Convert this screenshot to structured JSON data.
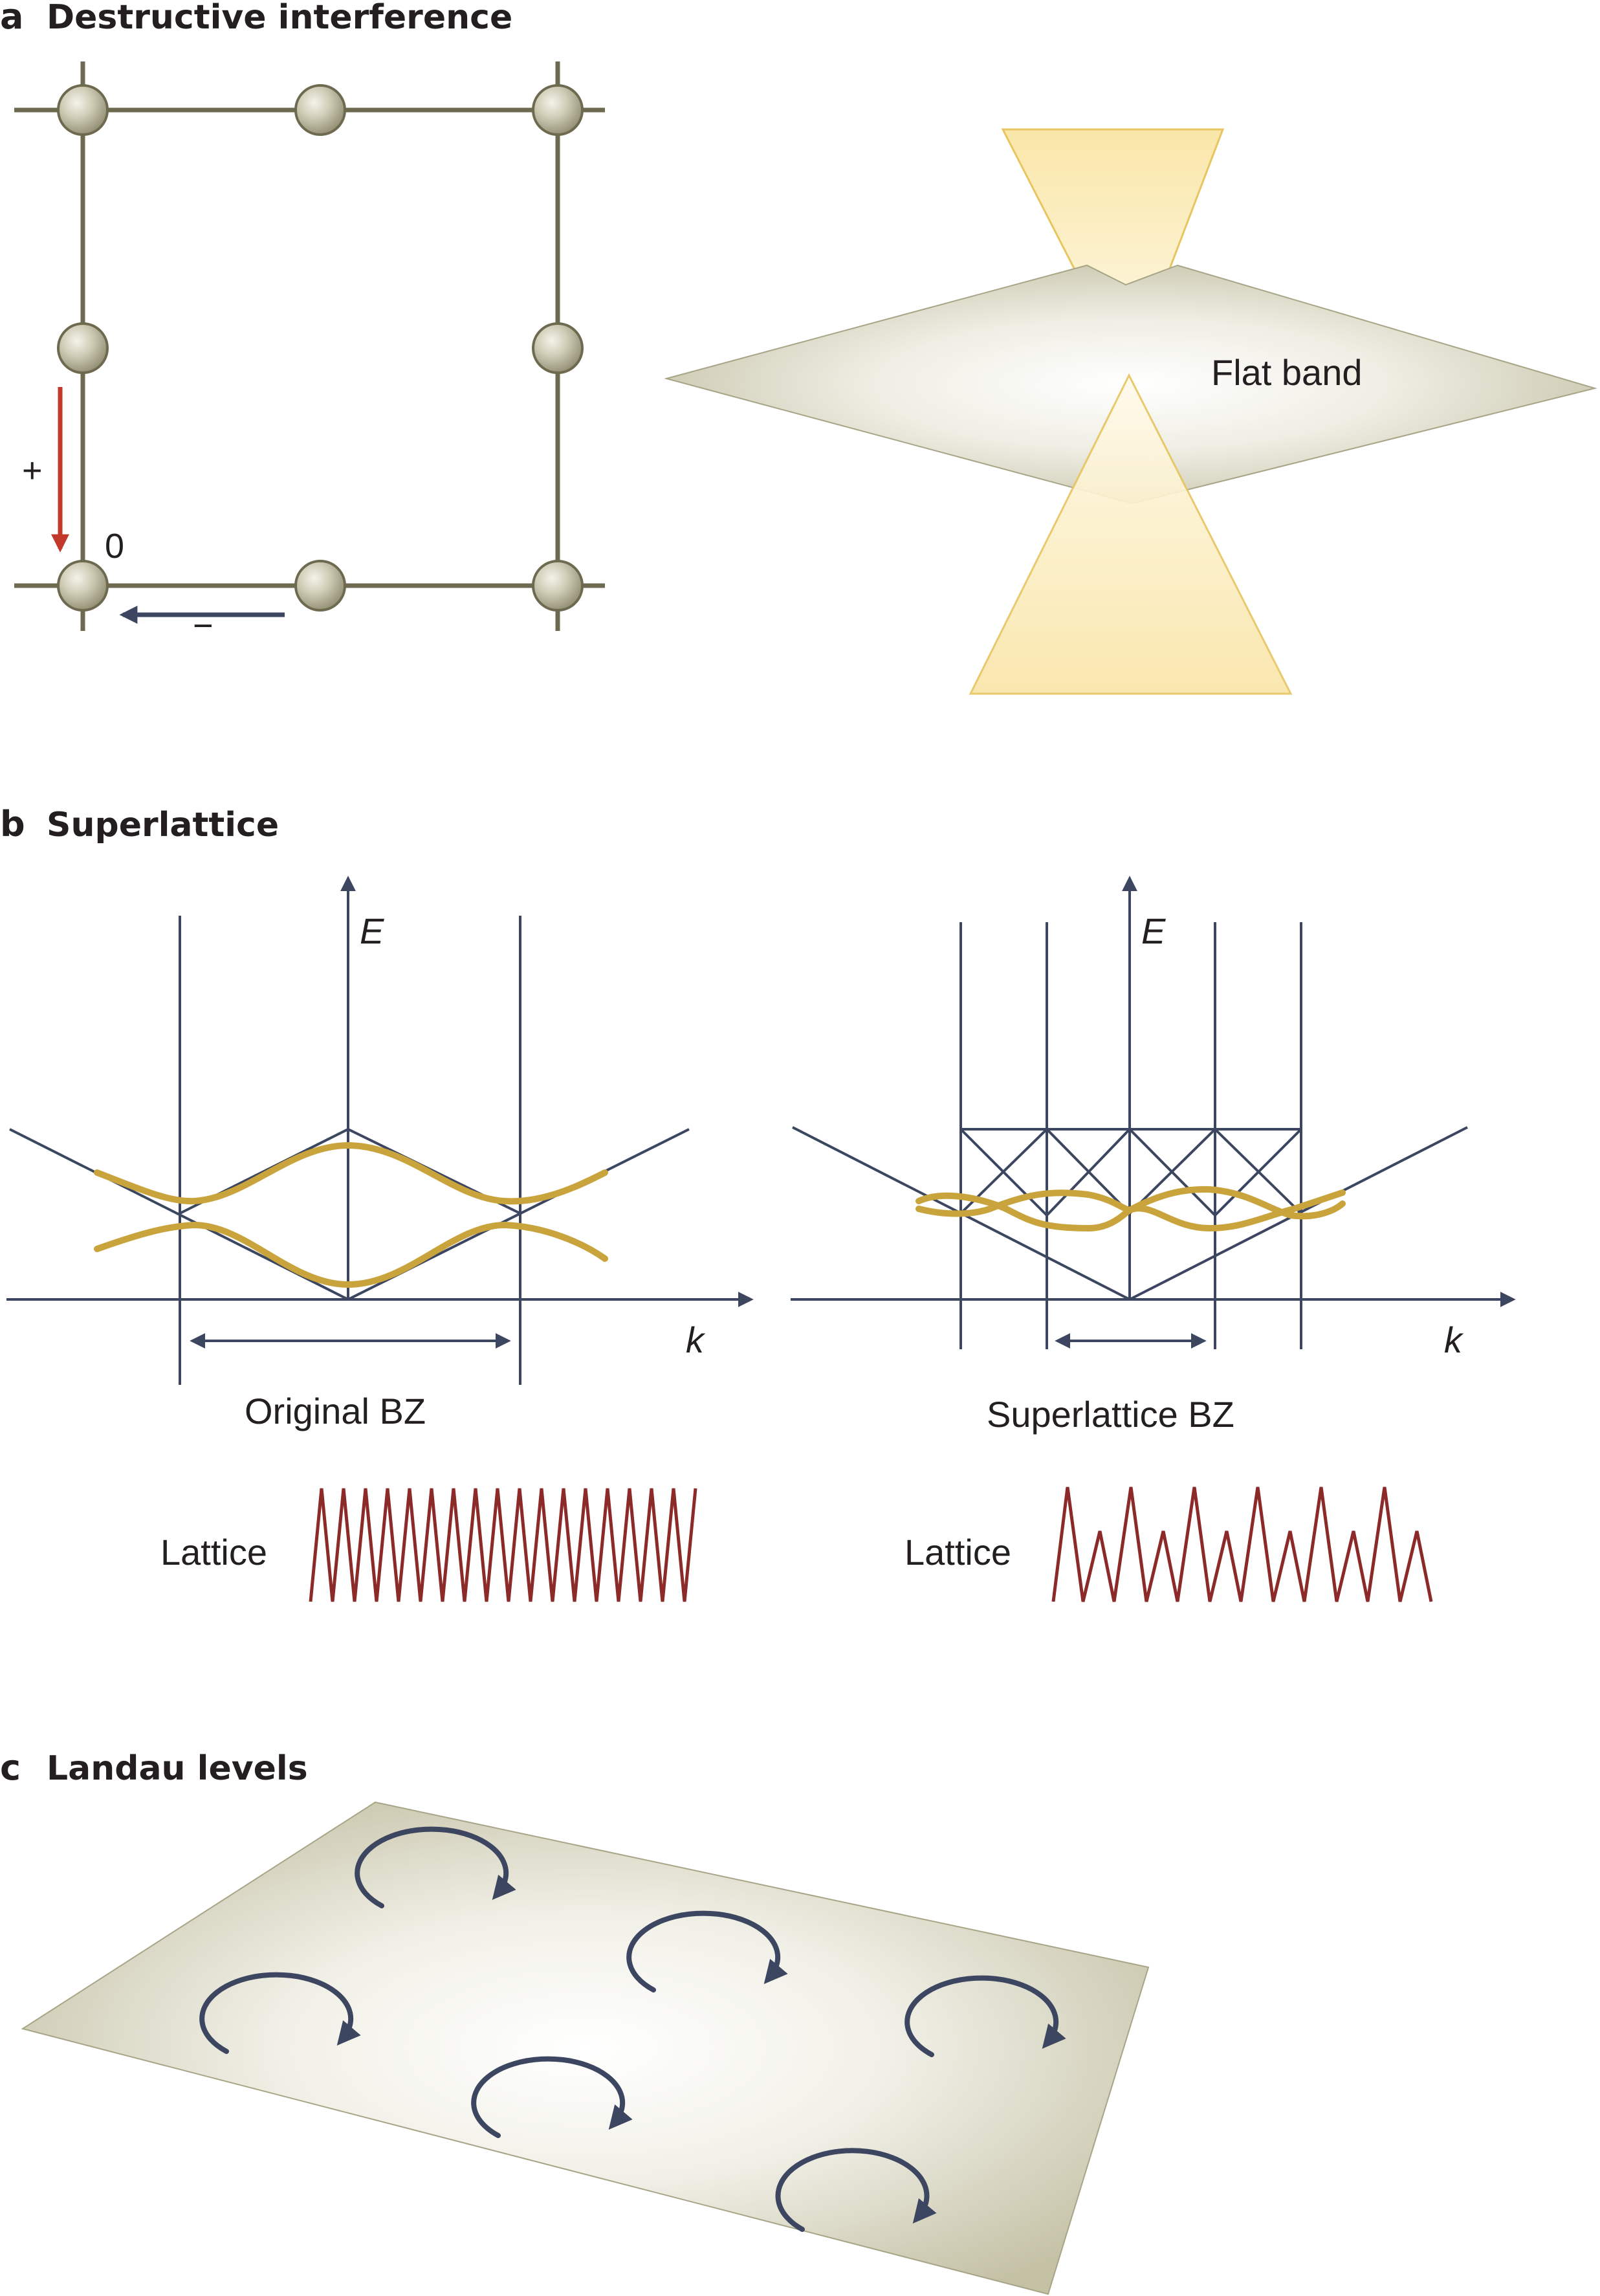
{
  "panels": {
    "a": {
      "letter": "a",
      "title": "Destructive interference",
      "plus": "+",
      "minus": "−",
      "zero": "0",
      "flat_band_label": "Flat band"
    },
    "b": {
      "letter": "b",
      "title": "Superlattice",
      "left": {
        "axis_e": "E",
        "axis_k": "k",
        "bz_label": "Original BZ",
        "lattice_label": "Lattice"
      },
      "right": {
        "axis_e": "E",
        "axis_k": "k",
        "bz_label": "Superlattice BZ",
        "lattice_label": "Lattice"
      }
    },
    "c": {
      "letter": "c",
      "title": "Landau levels"
    }
  },
  "colors": {
    "lattice_bond": "#6e6a50",
    "atom": "#c9c6b0",
    "band": "#c9a43d",
    "axis": "#3d4660",
    "lattice_wave": "#8c2a2a",
    "red_arrow": "#c0392b",
    "cone": "#f7e7b0",
    "plane": "#cfccb4"
  },
  "icons": {
    "atom": "sphere-icon",
    "orbit": "circular-arrow-icon"
  }
}
